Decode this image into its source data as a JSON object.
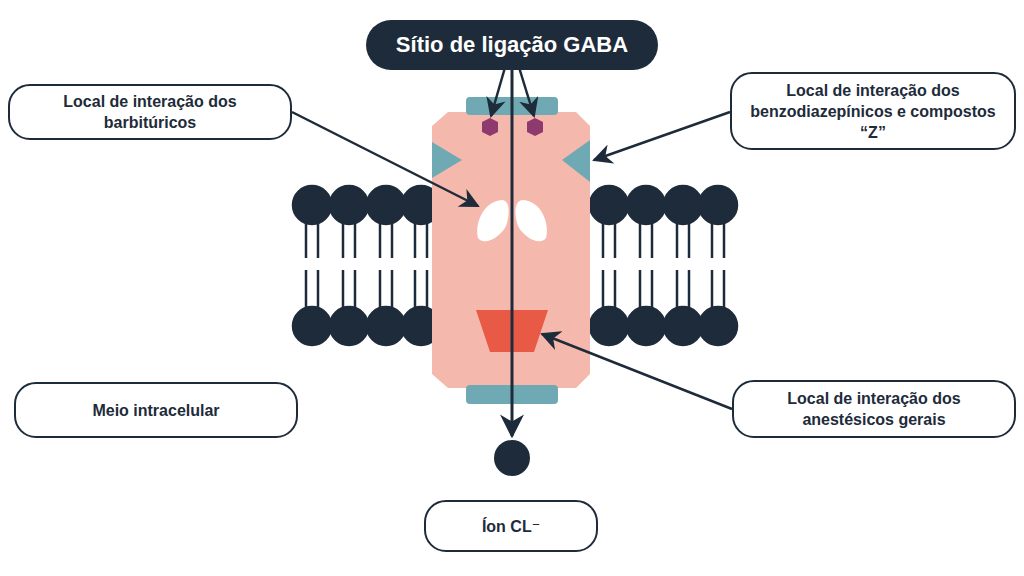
{
  "diagram": {
    "nodes": [
      {
        "text": [
          "Sítio de ligação GABA"
        ]
      },
      {
        "text": [
          "Local de interação dos barbitúricos"
        ]
      },
      {
        "text": [
          "Local de interação dos benzodiazepínicos e compostos “Z”"
        ]
      },
      {
        "text": [
          "Meio intracelular"
        ]
      },
      {
        "text": [
          "Local de interação dos anestésicos gerais"
        ]
      },
      {
        "text": [
          "Íon CL⁻"
        ]
      }
    ]
  }
}
